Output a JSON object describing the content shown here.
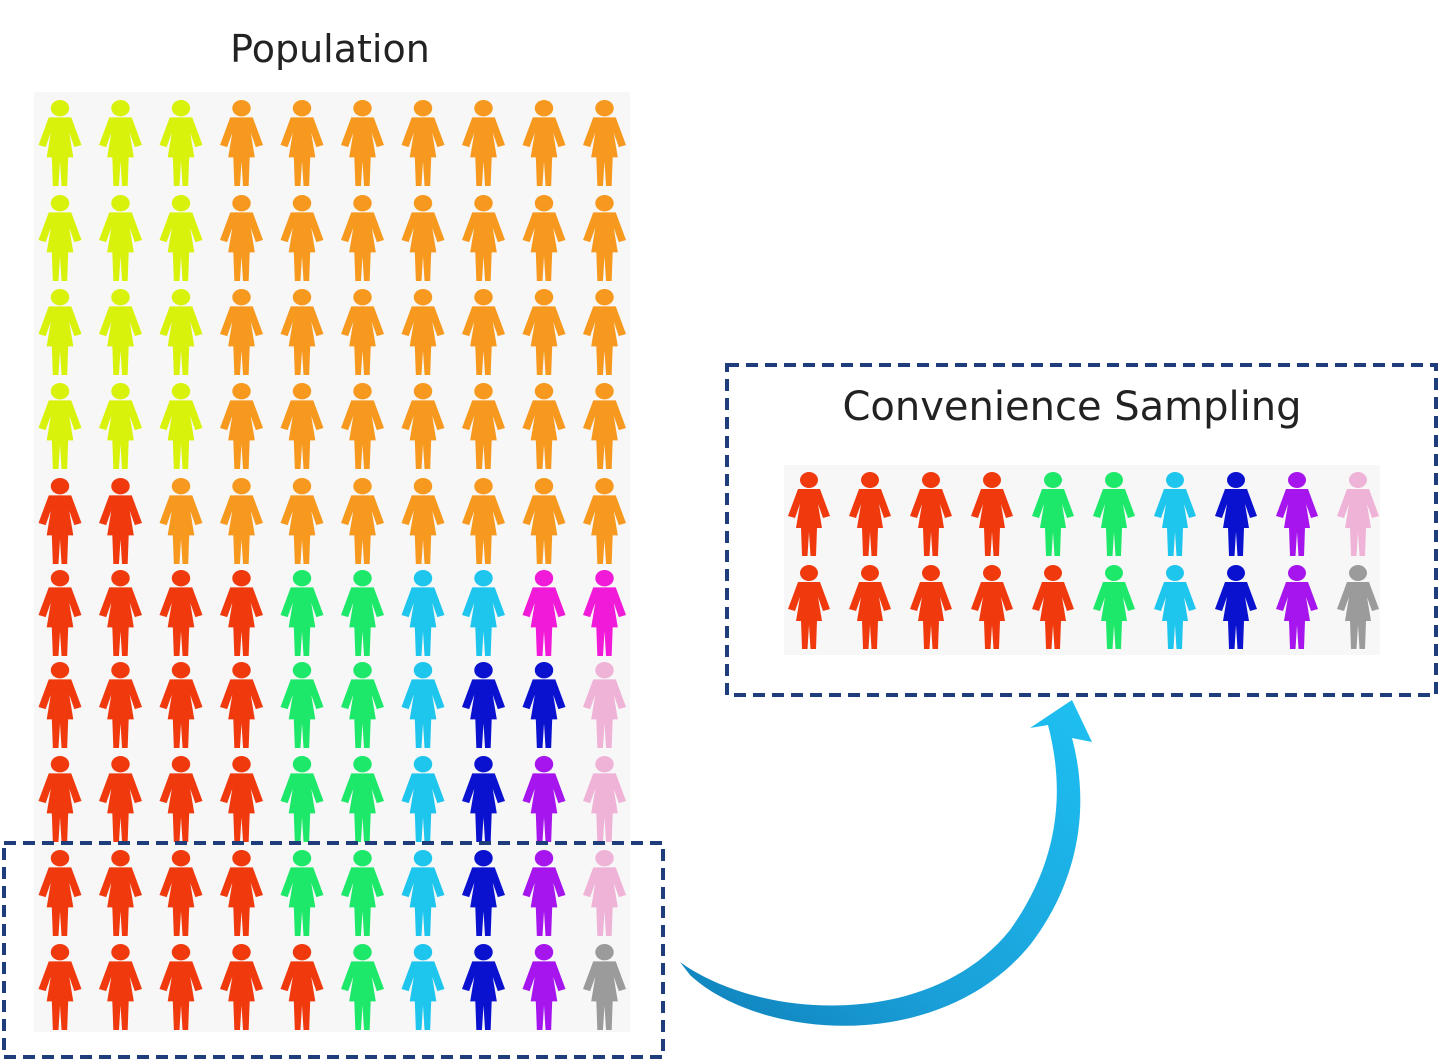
{
  "population": {
    "title": "Population",
    "rows": [
      [
        "lime",
        "lime",
        "lime",
        "orange",
        "orange",
        "orange",
        "orange",
        "orange",
        "orange",
        "orange"
      ],
      [
        "lime",
        "lime",
        "lime",
        "orange",
        "orange",
        "orange",
        "orange",
        "orange",
        "orange",
        "orange"
      ],
      [
        "lime",
        "lime",
        "lime",
        "orange",
        "orange",
        "orange",
        "orange",
        "orange",
        "orange",
        "orange"
      ],
      [
        "lime",
        "lime",
        "lime",
        "orange",
        "orange",
        "orange",
        "orange",
        "orange",
        "orange",
        "orange"
      ],
      [
        "red",
        "red",
        "orange",
        "orange",
        "orange",
        "orange",
        "orange",
        "orange",
        "orange",
        "orange"
      ],
      [
        "red",
        "red",
        "red",
        "red",
        "green",
        "green",
        "cyan",
        "cyan",
        "magenta",
        "magenta"
      ],
      [
        "red",
        "red",
        "red",
        "red",
        "green",
        "green",
        "cyan",
        "blue",
        "blue",
        "pink"
      ],
      [
        "red",
        "red",
        "red",
        "red",
        "green",
        "green",
        "cyan",
        "blue",
        "purple",
        "pink"
      ],
      [
        "red",
        "red",
        "red",
        "red",
        "green",
        "green",
        "cyan",
        "blue",
        "purple",
        "pink"
      ],
      [
        "red",
        "red",
        "red",
        "red",
        "red",
        "green",
        "cyan",
        "blue",
        "purple",
        "gray"
      ]
    ]
  },
  "sample": {
    "title": "Convenience Sampling",
    "rows": [
      [
        "red",
        "red",
        "red",
        "red",
        "green",
        "green",
        "cyan",
        "blue",
        "purple",
        "pink"
      ],
      [
        "red",
        "red",
        "red",
        "red",
        "red",
        "green",
        "cyan",
        "blue",
        "purple",
        "gray"
      ]
    ]
  },
  "colors": {
    "lime": "#d9f20c",
    "orange": "#f7991e",
    "red": "#f03a0e",
    "green": "#1ee86a",
    "cyan": "#1ec6ee",
    "blue": "#0b12cf",
    "purple": "#a615ee",
    "magenta": "#f01ad8",
    "pink": "#efb3d8",
    "gray": "#9b9b9b",
    "box_border": "#1f3d7a",
    "arrow": "#1ab4ec",
    "arrow_dark": "#0e7fb8"
  }
}
